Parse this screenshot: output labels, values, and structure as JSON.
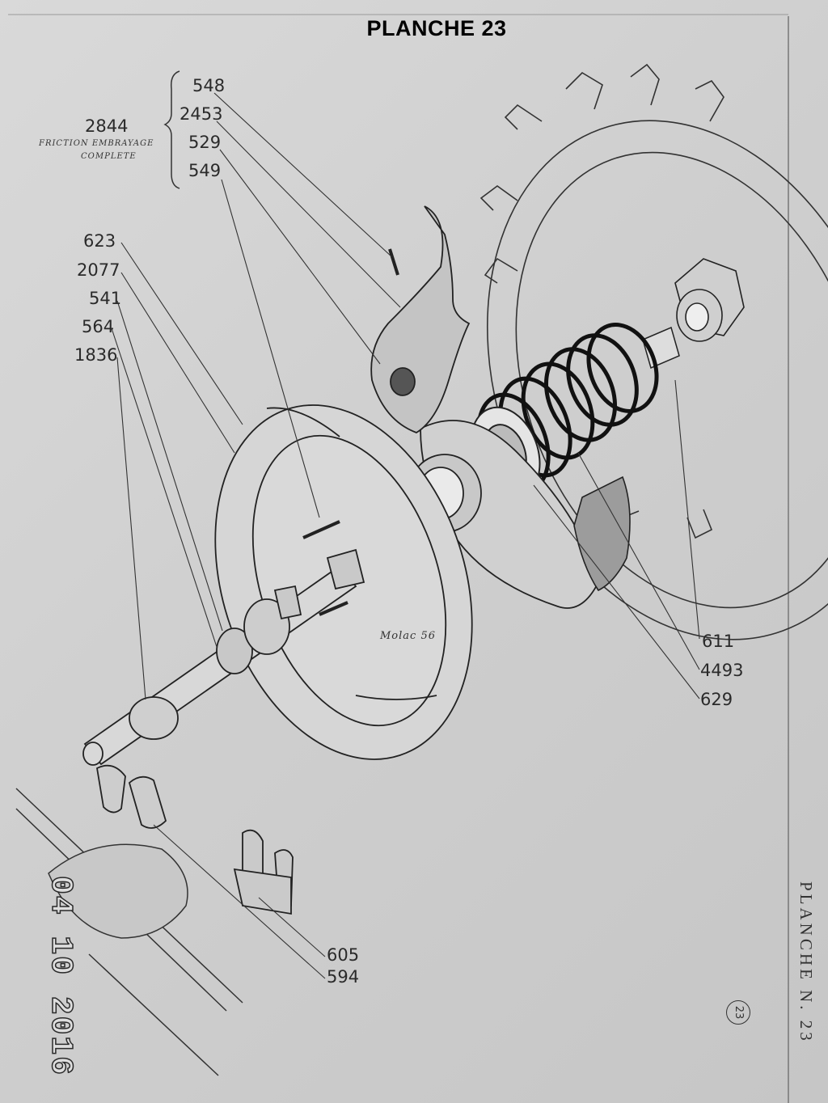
{
  "header": {
    "title": "PLANCHE 23"
  },
  "side_title": "PLANCHE N. 23",
  "page_number_circle": "23",
  "date_stamp": "04 10 2016",
  "group": {
    "number": "2844",
    "caption_line1": "FRICTION EMBRAYAGE",
    "caption_line2": "COMPLETE",
    "parts": [
      "548",
      "2453",
      "529",
      "549"
    ]
  },
  "left_labels": [
    "623",
    "2077",
    "541",
    "564",
    "1836"
  ],
  "right_labels": [
    "611",
    "4493",
    "629"
  ],
  "bottom_labels": [
    "605",
    "594"
  ],
  "signature": "Molac 56",
  "colors": {
    "paper": "#d4d4d4",
    "ink": "#2a2a2a",
    "header": "#000000"
  }
}
